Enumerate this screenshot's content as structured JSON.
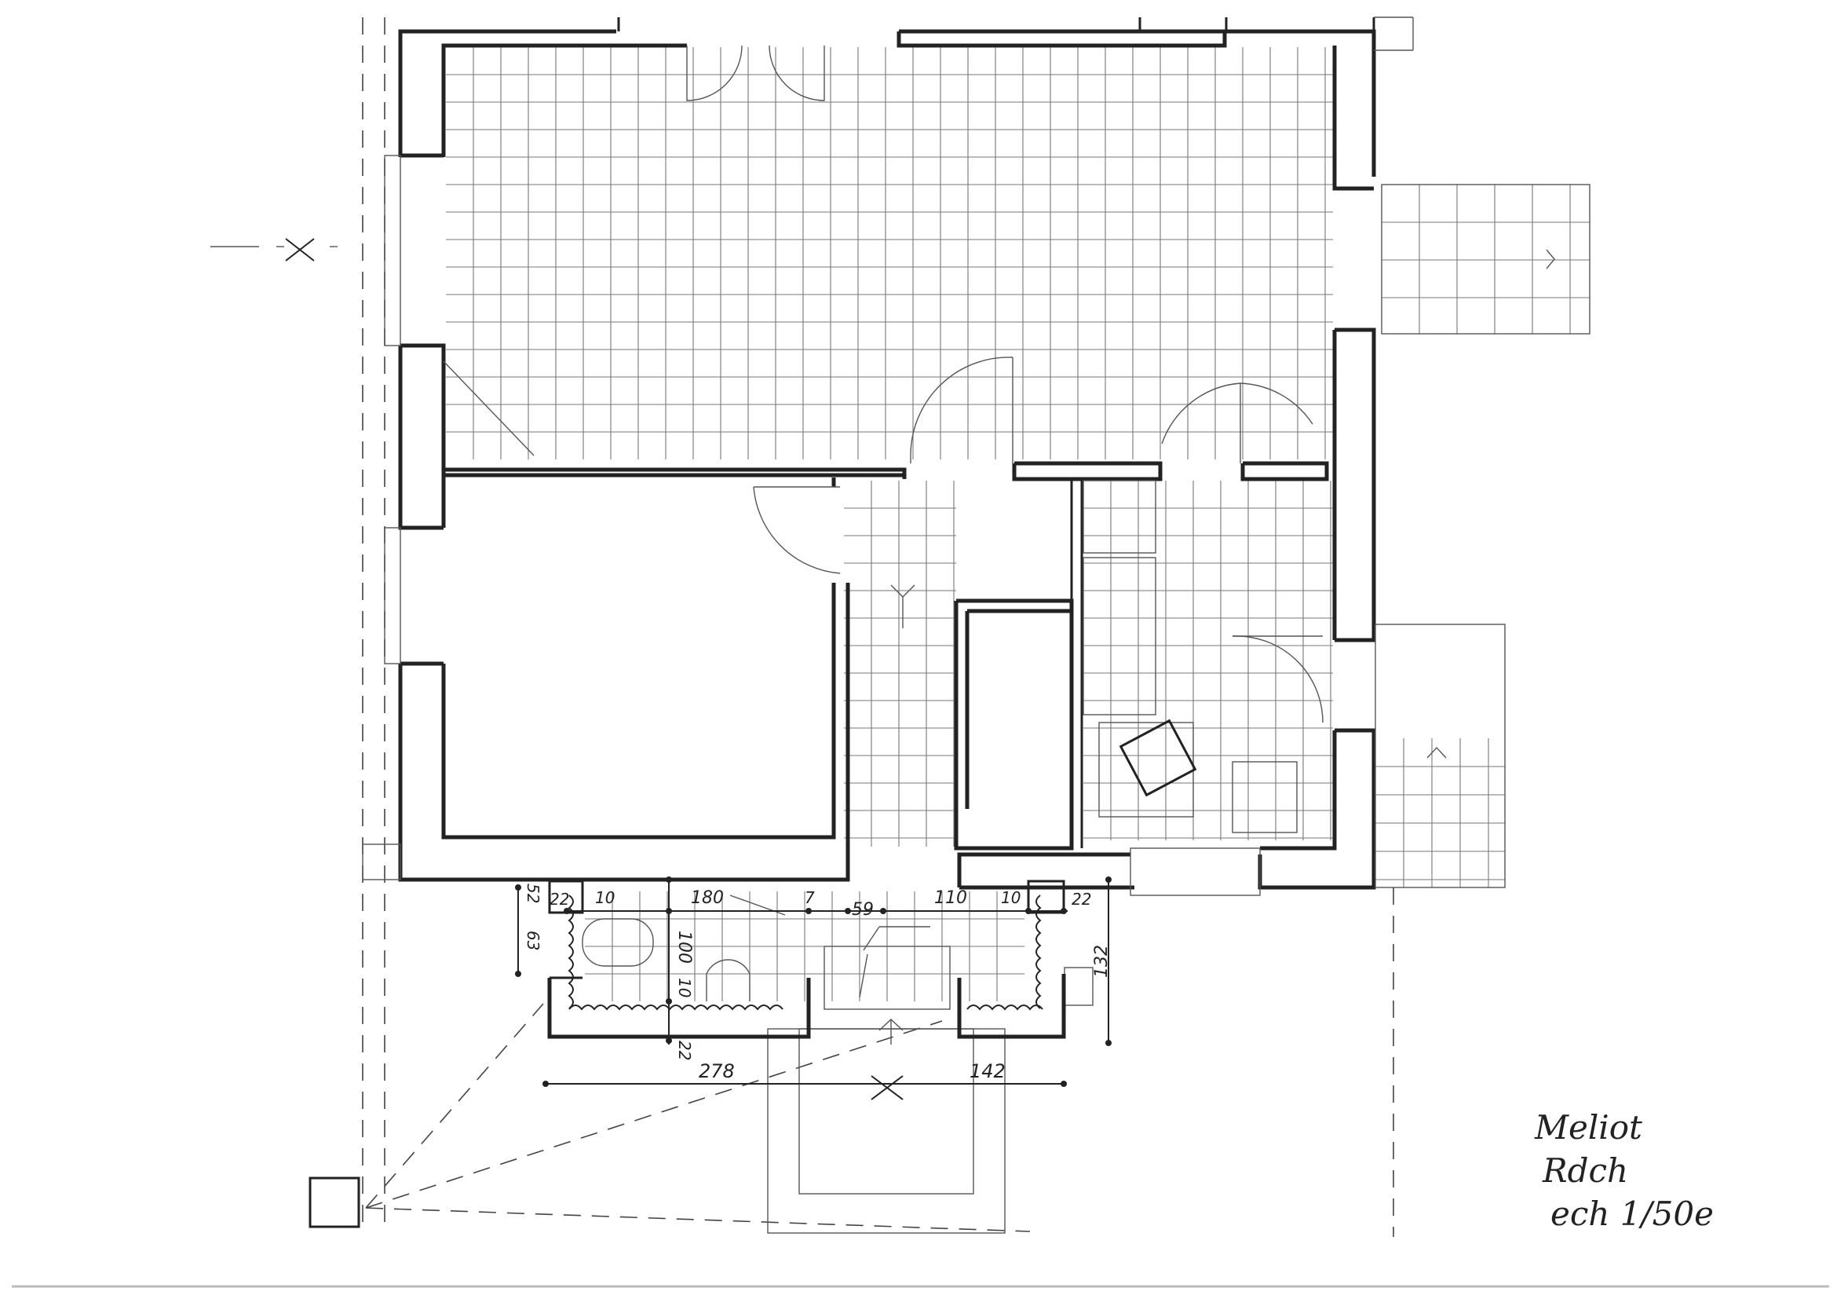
{
  "dimensions": {
    "d52": "52",
    "d22_left": "22",
    "d10_left": "10",
    "d180": "180",
    "d7": "7",
    "d59": "59",
    "d110": "110",
    "d10_right": "10",
    "d22_right": "22",
    "d63": "63",
    "d100": "100",
    "d10_vert": "10",
    "d132": "132",
    "d22_bottom": "22",
    "d278": "278",
    "d142": "142"
  },
  "title_block": {
    "line1": "Meliot",
    "line2": "Rdch",
    "line3": "ech 1/50e"
  }
}
